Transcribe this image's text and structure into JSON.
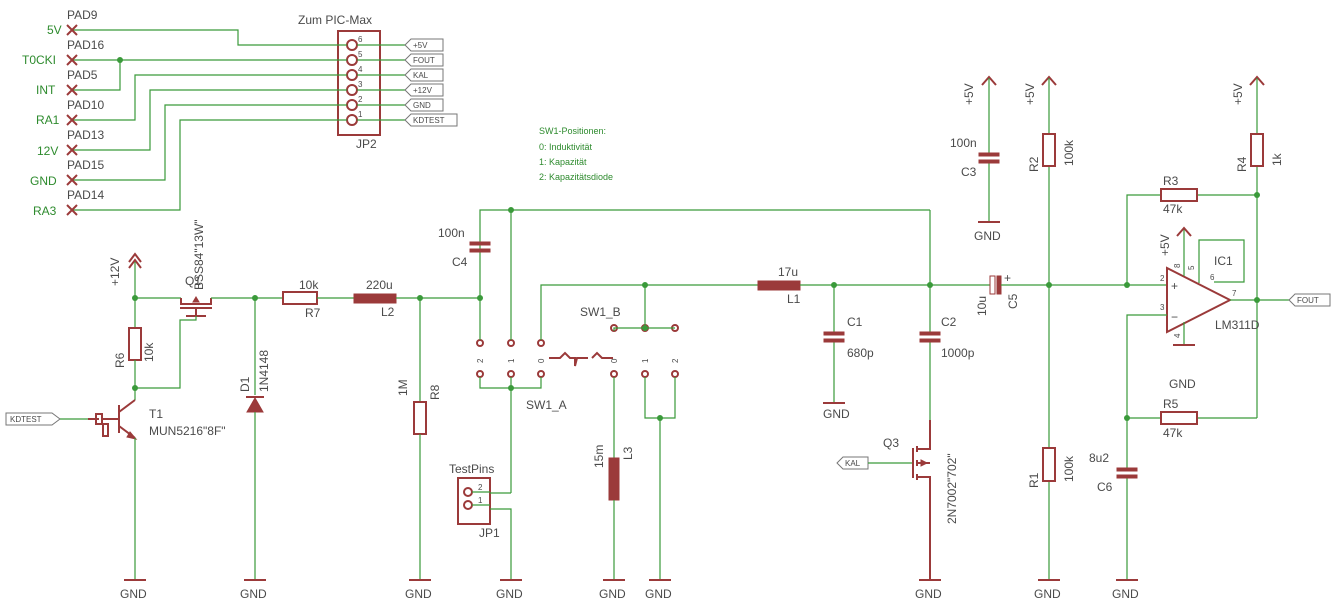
{
  "connector_jp2": {
    "title": "Zum PIC-Max",
    "name": "JP2",
    "pins": [
      "6",
      "5",
      "4",
      "3",
      "2",
      "1"
    ],
    "labels": [
      "+5V",
      "FOUT",
      "KAL",
      "+12V",
      "GND",
      "KDTEST"
    ]
  },
  "pads": [
    {
      "signal": "5V",
      "pad": "PAD9"
    },
    {
      "signal": "T0CKI",
      "pad": "PAD16"
    },
    {
      "signal": "INT",
      "pad": "PAD5"
    },
    {
      "signal": "RA1",
      "pad": "PAD10"
    },
    {
      "signal": "12V",
      "pad": "PAD13"
    },
    {
      "signal": "GND",
      "pad": "PAD15"
    },
    {
      "signal": "RA3",
      "pad": "PAD14"
    }
  ],
  "note": {
    "title": "SW1-Positionen:",
    "lines": [
      "0: Induktivität",
      "1: Kapazität",
      "2: Kapazitätsdiode"
    ]
  },
  "net_labels": {
    "kdtest": "KDTEST",
    "kal": "KAL",
    "fout": "FOUT",
    "p12v": "+12V",
    "p5v": "+5V",
    "gnd": "GND"
  },
  "components": {
    "q1": {
      "name": "Q1",
      "value": "BSS84\"13W\""
    },
    "r6": {
      "name": "R6",
      "value": "10k"
    },
    "t1": {
      "name": "T1",
      "value": "MUN5216\"8F\""
    },
    "d1": {
      "name": "D1",
      "value": "1N4148"
    },
    "r7": {
      "name": "R7",
      "value": "10k"
    },
    "l2": {
      "name": "L2",
      "value": "220u"
    },
    "r8": {
      "name": "R8",
      "value": "1M"
    },
    "c4": {
      "name": "C4",
      "value": "100n"
    },
    "sw1a": {
      "name": "SW1_A",
      "pins": [
        "2",
        "1",
        "0"
      ]
    },
    "sw1b": {
      "name": "SW1_B",
      "pins": [
        "0",
        "1",
        "2"
      ]
    },
    "jp1": {
      "name": "JP1",
      "title": "TestPins",
      "pins": [
        "2",
        "1"
      ]
    },
    "l3": {
      "name": "L3",
      "value": "15m"
    },
    "l1": {
      "name": "L1",
      "value": "17u"
    },
    "c1": {
      "name": "C1",
      "value": "680p"
    },
    "c2": {
      "name": "C2",
      "value": "1000p"
    },
    "q3": {
      "name": "Q3",
      "value": "2N7002\"702\""
    },
    "c3": {
      "name": "C3",
      "value": "100n"
    },
    "c5": {
      "name": "C5",
      "value": "10u"
    },
    "r2": {
      "name": "R2",
      "value": "100k"
    },
    "r1": {
      "name": "R1",
      "value": "100k"
    },
    "r3": {
      "name": "R3",
      "value": "47k"
    },
    "r5": {
      "name": "R5",
      "value": "47k"
    },
    "r4": {
      "name": "R4",
      "value": "1k"
    },
    "ic1": {
      "name": "IC1",
      "value": "LM311D",
      "pins": [
        "2",
        "3",
        "7",
        "8",
        "4",
        "5",
        "6"
      ]
    },
    "c6": {
      "name": "C6",
      "value": "8u2"
    }
  }
}
